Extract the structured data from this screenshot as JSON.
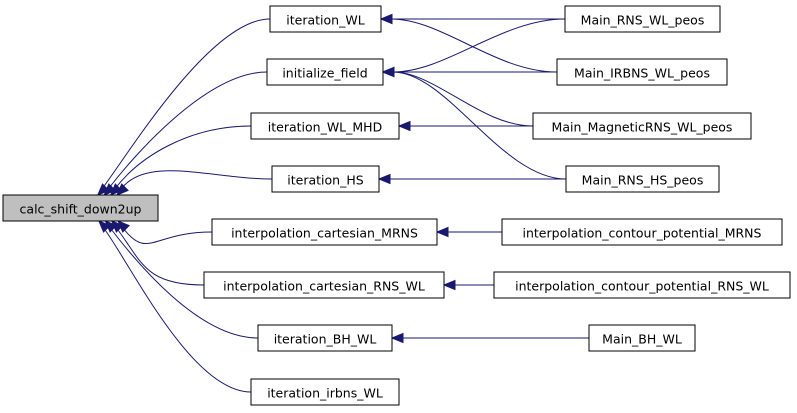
{
  "graph": {
    "edge_color": "#191970",
    "root_fill": "#bfbfbf",
    "nodes": [
      {
        "id": "calc_shift_down2up",
        "label": "calc_shift_down2up",
        "root": true
      },
      {
        "id": "iteration_WL",
        "label": "iteration_WL"
      },
      {
        "id": "initialize_field",
        "label": "initialize_field"
      },
      {
        "id": "iteration_WL_MHD",
        "label": "iteration_WL_MHD"
      },
      {
        "id": "iteration_HS",
        "label": "iteration_HS"
      },
      {
        "id": "interpolation_cartesian_MRNS",
        "label": "interpolation_cartesian_MRNS"
      },
      {
        "id": "interpolation_cartesian_RNS_WL",
        "label": "interpolation_cartesian_RNS_WL"
      },
      {
        "id": "iteration_BH_WL",
        "label": "iteration_BH_WL"
      },
      {
        "id": "iteration_irbns_WL",
        "label": "iteration_irbns_WL"
      },
      {
        "id": "Main_RNS_WL_peos",
        "label": "Main_RNS_WL_peos"
      },
      {
        "id": "Main_IRBNS_WL_peos",
        "label": "Main_IRBNS_WL_peos"
      },
      {
        "id": "Main_MagneticRNS_WL_peos",
        "label": "Main_MagneticRNS_WL_peos"
      },
      {
        "id": "Main_RNS_HS_peos",
        "label": "Main_RNS_HS_peos"
      },
      {
        "id": "interpolation_contour_potential_MRNS",
        "label": "interpolation_contour_potential_MRNS"
      },
      {
        "id": "interpolation_contour_potential_RNS_WL",
        "label": "interpolation_contour_potential_RNS_WL"
      },
      {
        "id": "Main_BH_WL",
        "label": "Main_BH_WL"
      }
    ],
    "edges": [
      {
        "from": "iteration_WL",
        "to": "calc_shift_down2up"
      },
      {
        "from": "initialize_field",
        "to": "calc_shift_down2up"
      },
      {
        "from": "iteration_WL_MHD",
        "to": "calc_shift_down2up"
      },
      {
        "from": "iteration_HS",
        "to": "calc_shift_down2up"
      },
      {
        "from": "interpolation_cartesian_MRNS",
        "to": "calc_shift_down2up"
      },
      {
        "from": "interpolation_cartesian_RNS_WL",
        "to": "calc_shift_down2up"
      },
      {
        "from": "iteration_BH_WL",
        "to": "calc_shift_down2up"
      },
      {
        "from": "iteration_irbns_WL",
        "to": "calc_shift_down2up"
      },
      {
        "from": "Main_RNS_WL_peos",
        "to": "iteration_WL"
      },
      {
        "from": "Main_IRBNS_WL_peos",
        "to": "iteration_WL"
      },
      {
        "from": "Main_RNS_WL_peos",
        "to": "initialize_field"
      },
      {
        "from": "Main_IRBNS_WL_peos",
        "to": "initialize_field"
      },
      {
        "from": "Main_MagneticRNS_WL_peos",
        "to": "initialize_field"
      },
      {
        "from": "Main_RNS_HS_peos",
        "to": "initialize_field"
      },
      {
        "from": "Main_MagneticRNS_WL_peos",
        "to": "iteration_WL_MHD"
      },
      {
        "from": "Main_RNS_HS_peos",
        "to": "iteration_HS"
      },
      {
        "from": "interpolation_contour_potential_MRNS",
        "to": "interpolation_cartesian_MRNS"
      },
      {
        "from": "interpolation_contour_potential_RNS_WL",
        "to": "interpolation_cartesian_RNS_WL"
      },
      {
        "from": "Main_BH_WL",
        "to": "iteration_BH_WL"
      }
    ]
  }
}
